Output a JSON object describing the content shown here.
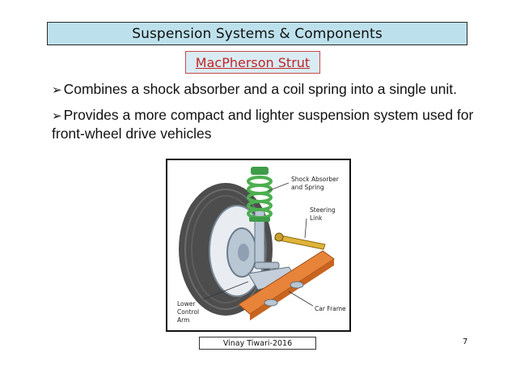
{
  "slide": {
    "title": "Suspension Systems & Components",
    "subtitle": "MacPherson Strut",
    "bullets": [
      {
        "marker": "➢",
        "text": "Combines a shock absorber and a coil spring into a single unit."
      },
      {
        "marker": "➢",
        "text": "Provides a more compact and lighter suspension system used for front-wheel drive vehicles"
      }
    ],
    "figure": {
      "labels": {
        "shock_absorber": "Shock Absorber",
        "spring": "and Spring",
        "steering_1": "Steering",
        "steering_2": "Link",
        "lower_1": "Lower",
        "lower_2": "Control",
        "lower_3": "Arm",
        "car_frame": "Car Frame"
      },
      "colors": {
        "spring": "#4caf50",
        "frame": "#e8843a",
        "tire": "#555555",
        "hub": "#9fb3c8"
      }
    },
    "footer": "Vinay Tiwari-2016",
    "page_number": "7"
  }
}
